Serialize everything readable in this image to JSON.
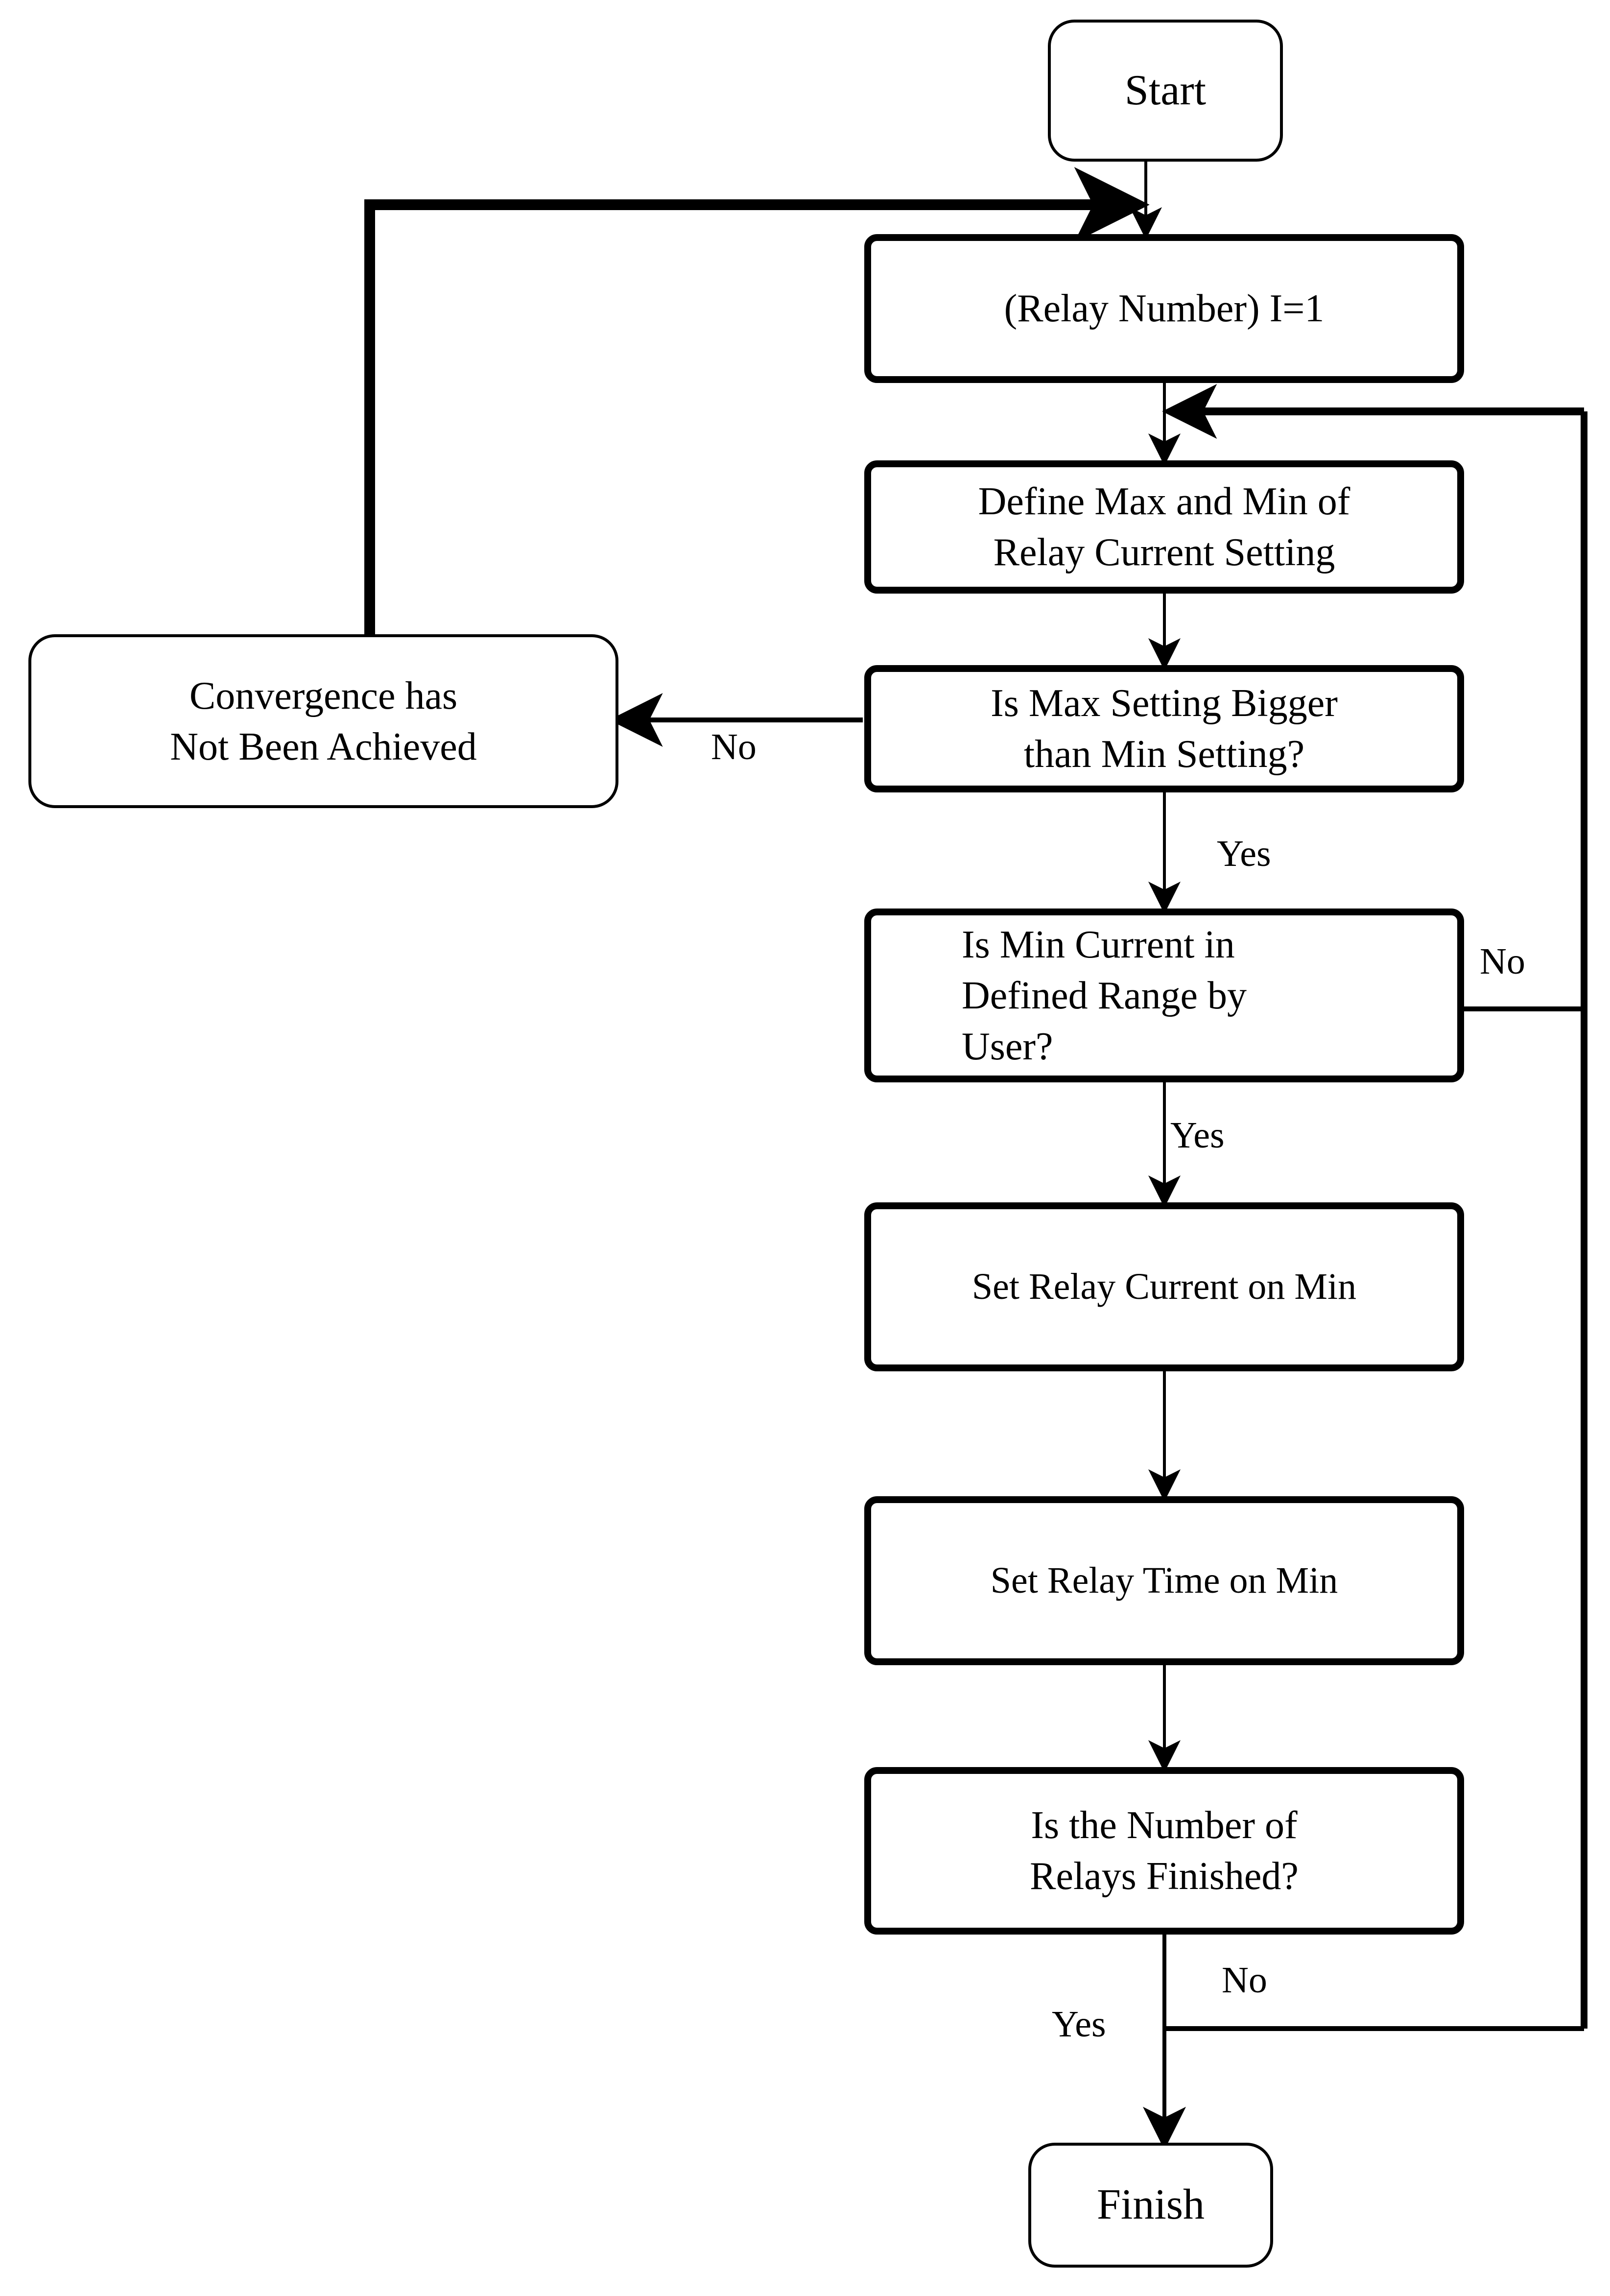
{
  "diagram": {
    "title": "Relay Current Setting Initialization Flowchart",
    "background_color": "#ffffff",
    "stroke_color": "#000000"
  },
  "nodes": {
    "start": {
      "label": "Start",
      "shape": "terminal"
    },
    "relay_number": {
      "label": "(Relay Number) I=1",
      "shape": "process"
    },
    "define_minmax": {
      "label": "Define Max and Min of\nRelay Current Setting",
      "shape": "process"
    },
    "max_gt_min": {
      "label": "Is Max Setting Bigger\nthan Min Setting?",
      "shape": "process"
    },
    "convergence": {
      "label": "Convergence has\nNot Been Achieved",
      "shape": "terminal"
    },
    "min_in_range": {
      "label": "Is Min Current in\nDefined Range by\nUser?",
      "shape": "process"
    },
    "set_current": {
      "label": "Set Relay Current on Min",
      "shape": "process"
    },
    "set_time": {
      "label": "Set Relay Time on Min",
      "shape": "process"
    },
    "relays_done": {
      "label": "Is the Number of\nRelays Finished?",
      "shape": "process"
    },
    "finish": {
      "label": "Finish",
      "shape": "terminal"
    }
  },
  "edge_labels": {
    "max_gt_min_no": "No",
    "max_gt_min_yes": "Yes",
    "min_in_range_no": "No",
    "min_in_range_yes": "Yes",
    "relays_done_no": "No",
    "relays_done_yes": "Yes"
  }
}
